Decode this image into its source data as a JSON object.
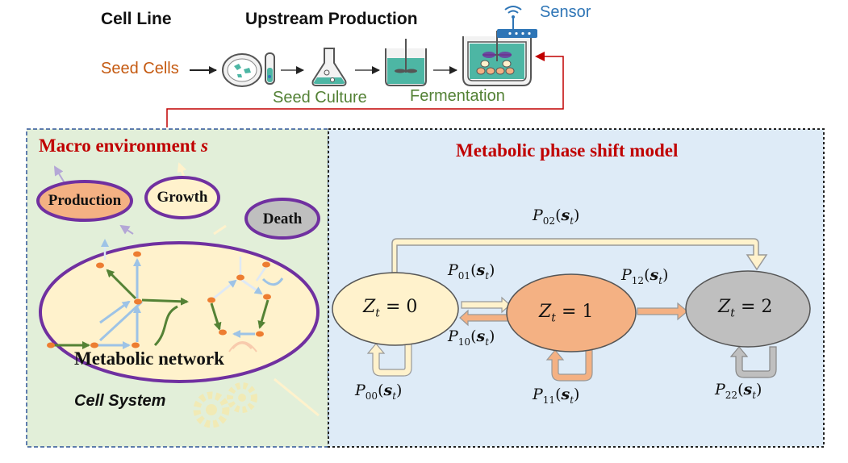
{
  "top": {
    "cell_line": "Cell Line",
    "upstream": "Upstream Production",
    "sensor": "Sensor",
    "seed_cells": "Seed Cells",
    "seed_culture": "Seed Culture",
    "fermentation": "Fermentation"
  },
  "left_panel": {
    "title": "Macro environment",
    "title_var": "s",
    "production": "Production",
    "growth": "Growth",
    "death": "Death",
    "network": "Metabolic network",
    "cell_system": "Cell System"
  },
  "right_panel": {
    "title": "Metabolic phase shift model",
    "states": [
      {
        "var": "Z",
        "sub": "t",
        "value": "= 0"
      },
      {
        "var": "Z",
        "sub": "t",
        "value": "= 1"
      },
      {
        "var": "Z",
        "sub": "t",
        "value": "= 2"
      }
    ],
    "transitions": {
      "p02": {
        "sym": "P",
        "sub": "02",
        "arg": "s",
        "arg_sub": "t"
      },
      "p01": {
        "sym": "P",
        "sub": "01",
        "arg": "s",
        "arg_sub": "t"
      },
      "p12": {
        "sym": "P",
        "sub": "12",
        "arg": "s",
        "arg_sub": "t"
      },
      "p10": {
        "sym": "P",
        "sub": "10",
        "arg": "s",
        "arg_sub": "t"
      },
      "p00": {
        "sym": "P",
        "sub": "00",
        "arg": "s",
        "arg_sub": "t"
      },
      "p11": {
        "sym": "P",
        "sub": "11",
        "arg": "s",
        "arg_sub": "t"
      },
      "p22": {
        "sym": "P",
        "sub": "22",
        "arg": "s",
        "arg_sub": "t"
      }
    }
  },
  "colors": {
    "left_bg": "#e2efd9",
    "right_bg": "#deebf7",
    "production_fill": "#f4b183",
    "growth_fill": "#fff2cc",
    "death_fill": "#bfbfbf",
    "outline_purple": "#7030a0",
    "state0_fill": "#fff2cc",
    "state1_fill": "#f4b183",
    "state2_fill": "#bfbfbf",
    "title_red": "#c00000"
  }
}
